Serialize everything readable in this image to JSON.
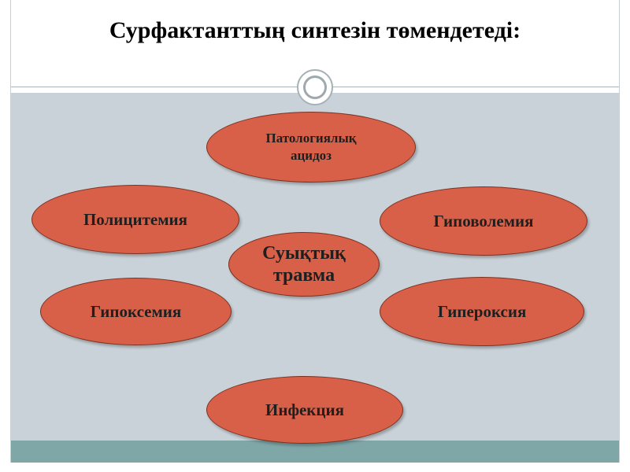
{
  "slide": {
    "title": "Сурфактанттың синтезін төмендетеді:"
  },
  "diagram": {
    "nodes": [
      {
        "label": "Патологиялық ацидоз"
      },
      {
        "label": "Полицитемия"
      },
      {
        "label": "Гиповолемия"
      },
      {
        "label": "Суықтық травма"
      },
      {
        "label": "Гипоксемия"
      },
      {
        "label": "Гипероксия"
      },
      {
        "label": "Инфекция"
      }
    ]
  },
  "colors": {
    "node_fill": "#d86048",
    "content_background": "#c9d2d8",
    "bottom_band": "#7fa7a8"
  }
}
